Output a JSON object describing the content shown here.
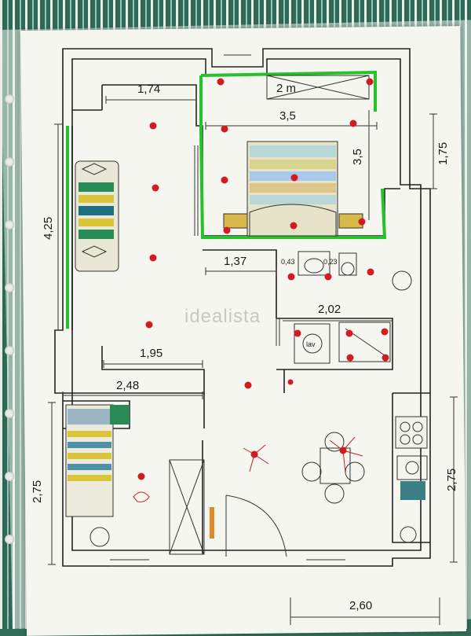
{
  "watermark": "idealista",
  "dimensions": {
    "top_left_width": "1,74",
    "bedroom_width": "3,5",
    "bedroom_height": "3,5",
    "right_height": "1,75",
    "living_height": "4,25",
    "hall_width": "1,37",
    "bath_left": "0,43",
    "bath_right": "0,23",
    "bath_width": "2,02",
    "living_width": "1,95",
    "second_room_width": "2,48",
    "lower_left_height": "2,75",
    "lower_right_height": "2,75",
    "bottom_width": "2,60"
  },
  "labels": {
    "bedroom_note": "2 m",
    "laundry": "lav"
  },
  "colors": {
    "wall": "#222222",
    "highlight_green": "#27c22b",
    "marker_red": "#d11c22",
    "watermark": "#c8c8c4"
  }
}
